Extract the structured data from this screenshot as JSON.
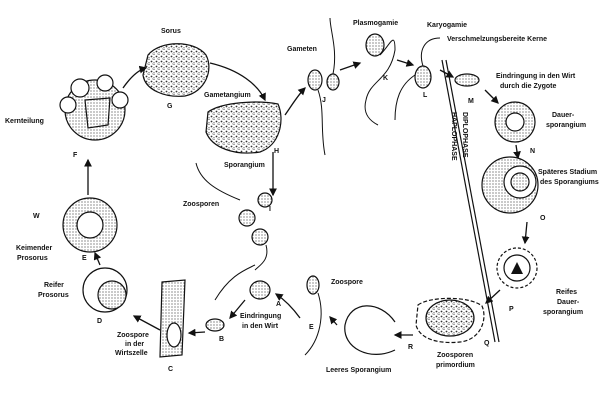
{
  "title": "Entwicklungszyklus (Lebenszyklus) mit Haplophase und Diplophase",
  "phases": {
    "haplo": "HAPLOPHASE",
    "diplo": "DIPLOPHASE"
  },
  "labels": {
    "sorus": "Sorus",
    "G": "G",
    "kernteilung": "Kernteilung",
    "F": "F",
    "gametangium": "Gametangium",
    "H": "H",
    "sporangium": "Sporangium",
    "gameten": "Gameten",
    "J": "J",
    "plasmogamie": "Plasmogamie",
    "K": "K",
    "karyogamie": "Karyogamie",
    "kerne": "Verschmelzungsbereite Kerne",
    "L": "L",
    "eindringung_zygote_1": "Eindringung in den Wirt",
    "eindringung_zygote_2": "durch die Zygote",
    "M": "M",
    "dauer_1": "Dauer-",
    "dauer_2": "sporangium",
    "N": "N",
    "spaeter_1": "Späteres Stadium",
    "spaeter_2": "des Sporangiums",
    "O": "O",
    "reifes_1": "Reifes",
    "reifes_2": "Dauer-",
    "reifes_3": "sporangium",
    "P": "P",
    "zoospore_e": "Zoospore",
    "E": "E",
    "leeres": "Leeres Sporangium",
    "R": "R",
    "primordium_1": "Zoosporen",
    "primordium_2": "primordium",
    "Q": "Q",
    "zoosporen": "Zoosporen",
    "I": "I",
    "eindringung_1": "Eindringung",
    "eindringung_2": "in den Wirt",
    "A": "A",
    "B": "B",
    "wirtszelle_1": "Zoospore",
    "wirtszelle_2": "in der",
    "wirtszelle_3": "Wirtszelle",
    "C": "C",
    "reifer_1": "Reifer",
    "reifer_2": "Prosorus",
    "D": "D",
    "keimender_1": "Keimender",
    "keimender_2": "Prosorus",
    "E2": "E",
    "W": "W"
  }
}
